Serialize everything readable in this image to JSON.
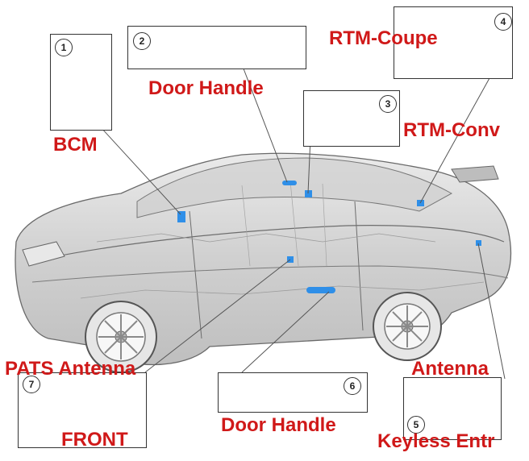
{
  "callouts": [
    {
      "num": "1",
      "label": "BCM"
    },
    {
      "num": "2",
      "label": "Door Handle"
    },
    {
      "num": "3",
      "label": "RTM-Conv"
    },
    {
      "num": "4",
      "label": "RTM-Coupe"
    },
    {
      "num": "5",
      "label": "Keyless Entr"
    },
    {
      "num": "6",
      "label": "Door Handle"
    },
    {
      "num": "7",
      "label": "PATS Antenna"
    }
  ],
  "extra_labels": {
    "antenna": "Antenna",
    "front": "FRONT"
  },
  "colors": {
    "label_red": "#d01919",
    "part_blue": "#2f8fe8",
    "car_gray": "#9a9a9a"
  }
}
